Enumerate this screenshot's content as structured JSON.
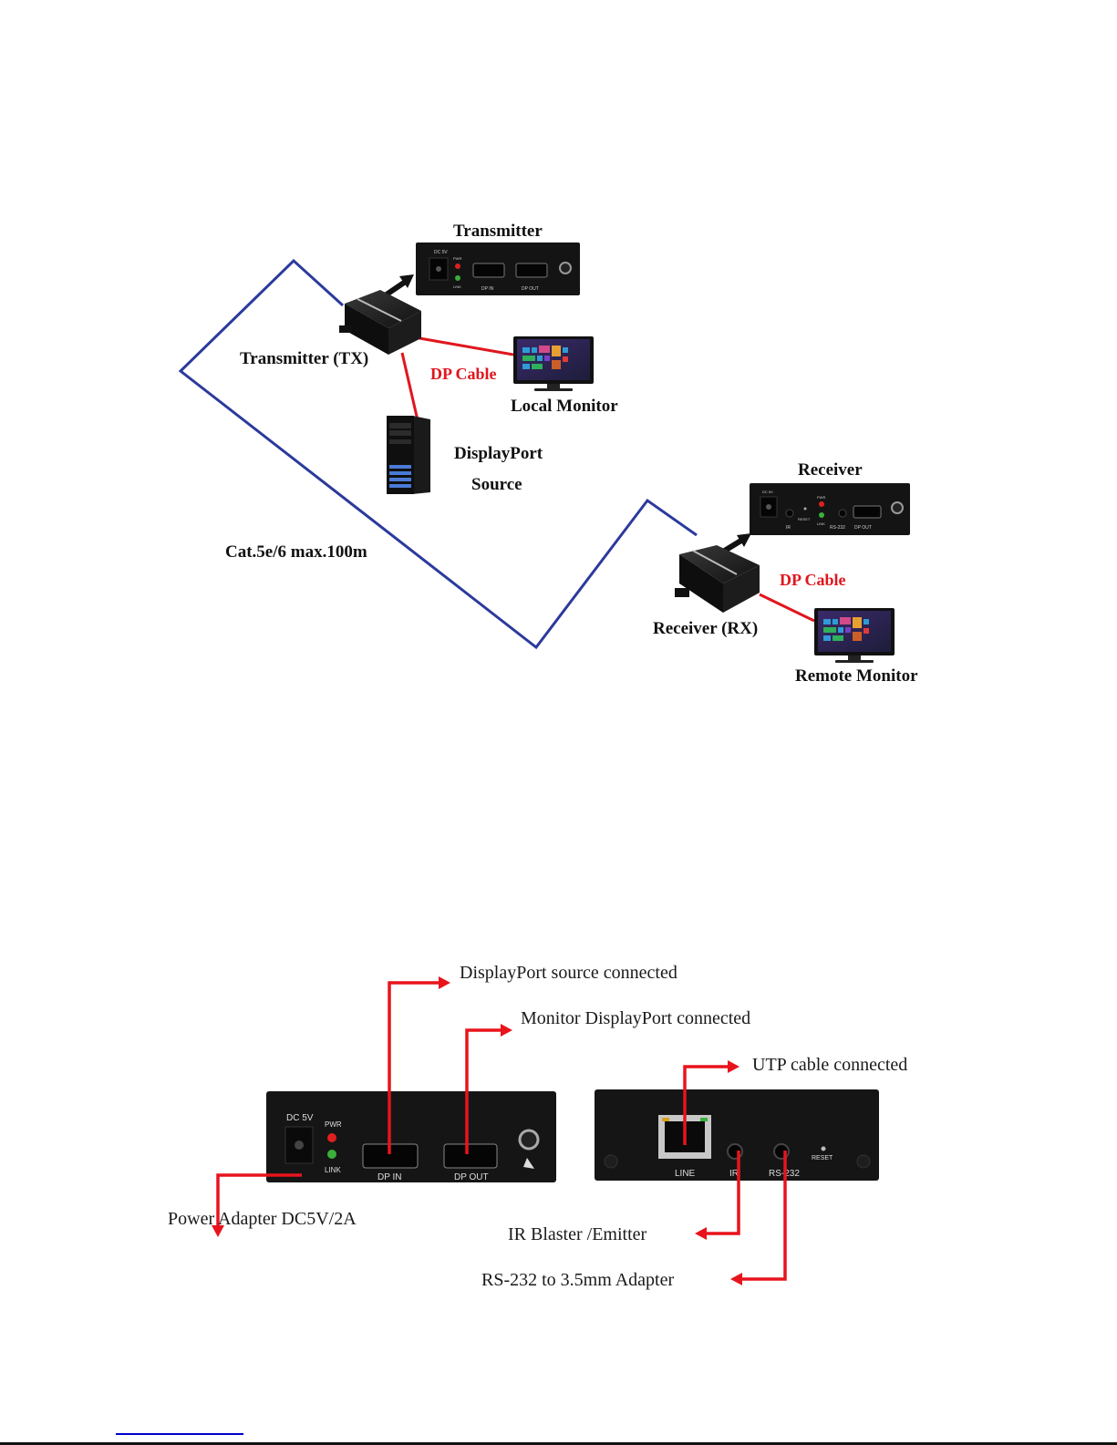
{
  "colors": {
    "utp_cable": "#2b3a9c",
    "dp_cable": "#e0161e",
    "callout_arrow": "#e8141c",
    "device_body": "#141414",
    "led_power": "#e02020",
    "led_link": "#3ab03a"
  },
  "connection_diagram": {
    "transmitter_panel": {
      "title": "Transmitter",
      "ports": {
        "dc": "DC 5V",
        "pwr": "PWR",
        "link": "LINK",
        "dp_in": "DP IN",
        "dp_out": "DP OUT"
      }
    },
    "transmitter_device": {
      "label": "Transmitter (TX)"
    },
    "tx_dp_cable": {
      "label": "DP Cable"
    },
    "local_monitor": {
      "label": "Local Monitor"
    },
    "source": {
      "label_line1": "DisplayPort",
      "label_line2": "Source"
    },
    "cable": {
      "label": "Cat.5e/6 max.100m"
    },
    "receiver_panel": {
      "title": "Receiver",
      "ports": {
        "dc": "DC 5V",
        "ir": "IR",
        "reset": "RESET",
        "pwr": "PWR",
        "link": "LINK",
        "rs232": "RS-232",
        "dp_out": "DP OUT"
      }
    },
    "receiver_device": {
      "label": "Receiver (RX)"
    },
    "rx_dp_cable": {
      "label": "DP Cable"
    },
    "remote_monitor": {
      "label": "Remote Monitor"
    }
  },
  "panel_callouts": {
    "front_panel": {
      "ports": {
        "dc": "DC 5V",
        "pwr": "PWR",
        "link": "LINK",
        "dp_in": "DP IN",
        "dp_out": "DP OUT"
      }
    },
    "rear_panel": {
      "ports": {
        "line": "LINE",
        "ir": "IR",
        "rs232": "RS-232",
        "reset": "RESET"
      }
    },
    "callouts": {
      "dp_source": "DisplayPort source connected",
      "monitor_dp": "Monitor DisplayPort connected",
      "utp": "UTP cable connected",
      "power": "Power Adapter DC5V/2A",
      "ir": "IR Blaster /Emitter",
      "rs232": "RS-232 to 3.5mm Adapter"
    }
  }
}
